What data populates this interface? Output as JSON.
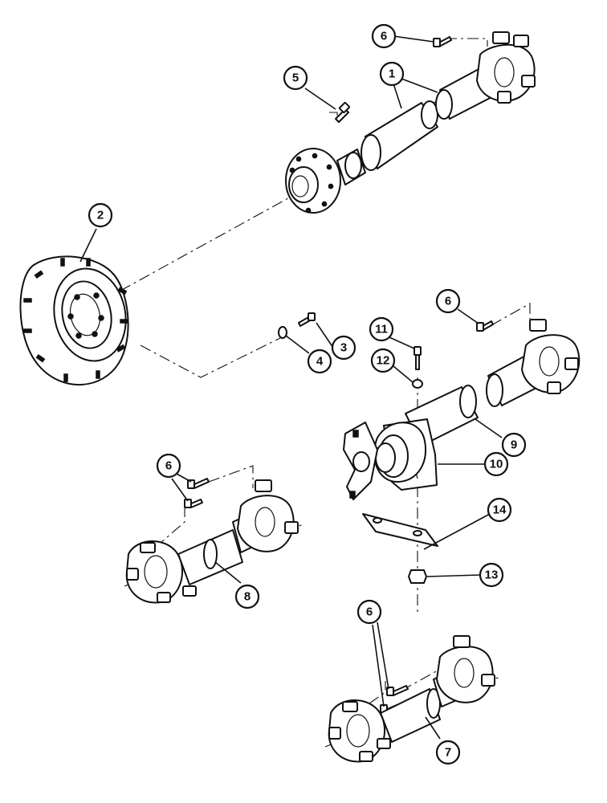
{
  "callouts": [
    {
      "id": "c1",
      "label": "1"
    },
    {
      "id": "c2",
      "label": "2"
    },
    {
      "id": "c3",
      "label": "3"
    },
    {
      "id": "c4",
      "label": "4"
    },
    {
      "id": "c5",
      "label": "5"
    },
    {
      "id": "c6a",
      "label": "6"
    },
    {
      "id": "c6b",
      "label": "6"
    },
    {
      "id": "c6c",
      "label": "6"
    },
    {
      "id": "c6d",
      "label": "6"
    },
    {
      "id": "c7",
      "label": "7"
    },
    {
      "id": "c8",
      "label": "8"
    },
    {
      "id": "c9",
      "label": "9"
    },
    {
      "id": "c10",
      "label": "10"
    },
    {
      "id": "c11",
      "label": "11"
    },
    {
      "id": "c12",
      "label": "12"
    },
    {
      "id": "c13",
      "label": "13"
    },
    {
      "id": "c14",
      "label": "14"
    }
  ]
}
